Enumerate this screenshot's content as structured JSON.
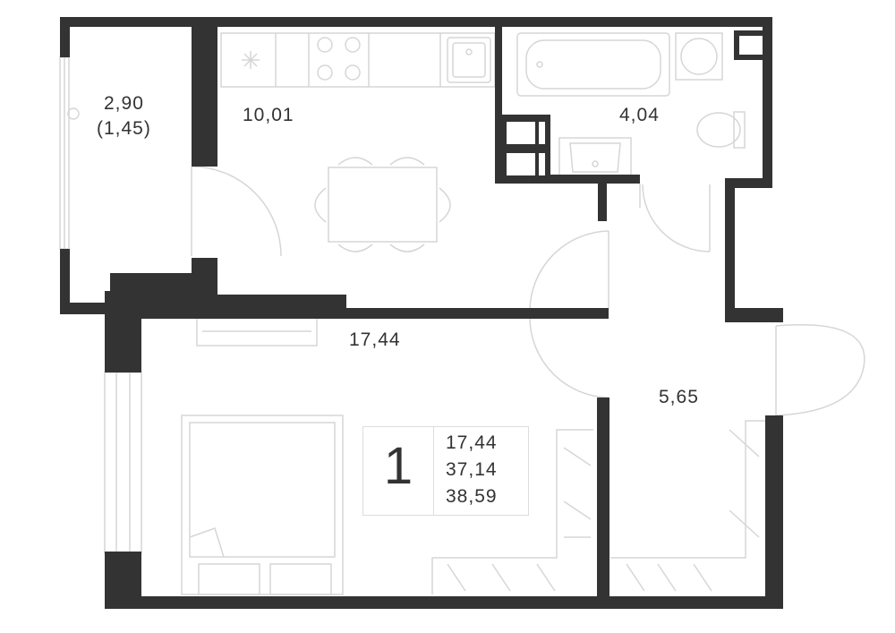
{
  "rooms": {
    "balcony": {
      "area": "2,90",
      "area_reduced": "(1,45)"
    },
    "kitchen": {
      "area": "10,01"
    },
    "bathroom": {
      "area": "4,04"
    },
    "living": {
      "area": "17,44"
    },
    "hall": {
      "area": "5,65"
    }
  },
  "summary": {
    "room_count": "1",
    "living_area": "17,44",
    "total_area": "37,14",
    "total_with_balcony": "38,59"
  },
  "colors": {
    "wall": "#333333",
    "furniture": "#d6d6d6",
    "background": "#ffffff"
  }
}
